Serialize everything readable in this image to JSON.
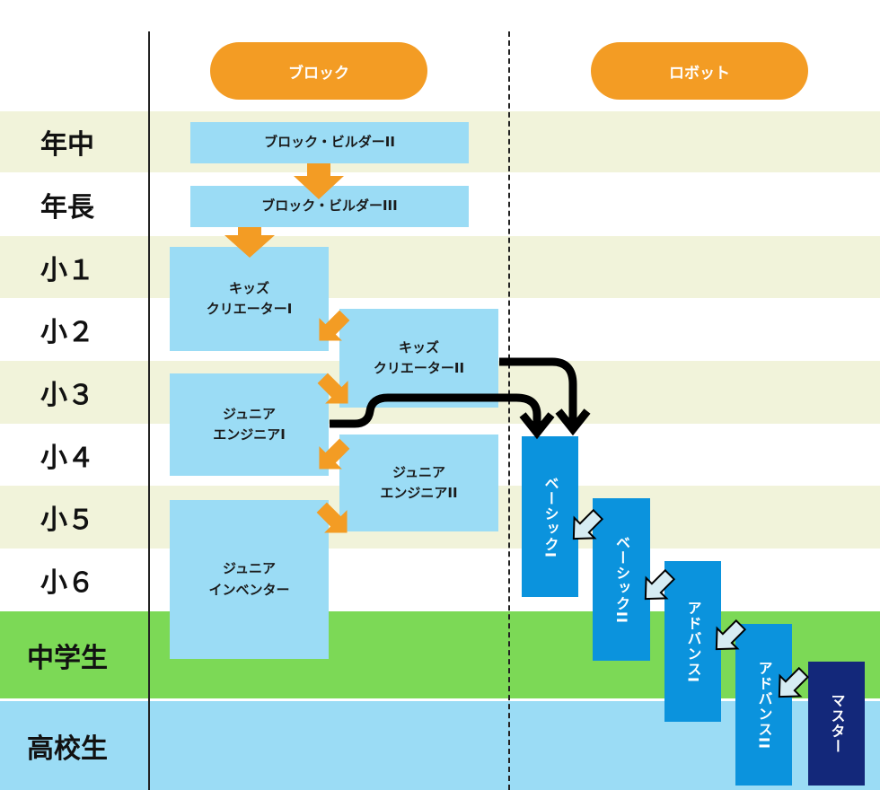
{
  "columns": {
    "block": "ブロック",
    "robot": "ロボット"
  },
  "grades": [
    "年中",
    "年長",
    "小１",
    "小２",
    "小３",
    "小４",
    "小５",
    "小６",
    "中学生",
    "高校生"
  ],
  "block_courses": {
    "builder2": "ブロック・ビルダーII",
    "builder3": "ブロック・ビルダーIII",
    "kids1_line1": "キッズ",
    "kids1_line2": "クリエーターI",
    "kids2_line1": "キッズ",
    "kids2_line2": "クリエーターII",
    "junior_eng1_line1": "ジュニア",
    "junior_eng1_line2": "エンジニアI",
    "junior_eng2_line1": "ジュニア",
    "junior_eng2_line2": "エンジニアII",
    "junior_inv_line1": "ジュニア",
    "junior_inv_line2": "インベンター"
  },
  "robot_courses": {
    "basic1": "ベーシックI",
    "basic2": "ベーシックII",
    "advance1": "アドバンスI",
    "advance2": "アドバンスII",
    "master": "マスター"
  },
  "colors": {
    "band_light": "#f1f3da",
    "band_green": "#7cd956",
    "band_blue": "#9bdcf5",
    "orange": "#f39c24",
    "light_box": "#9bdcf5",
    "robot_box": "#0b93dd",
    "master_box": "#13287a"
  }
}
